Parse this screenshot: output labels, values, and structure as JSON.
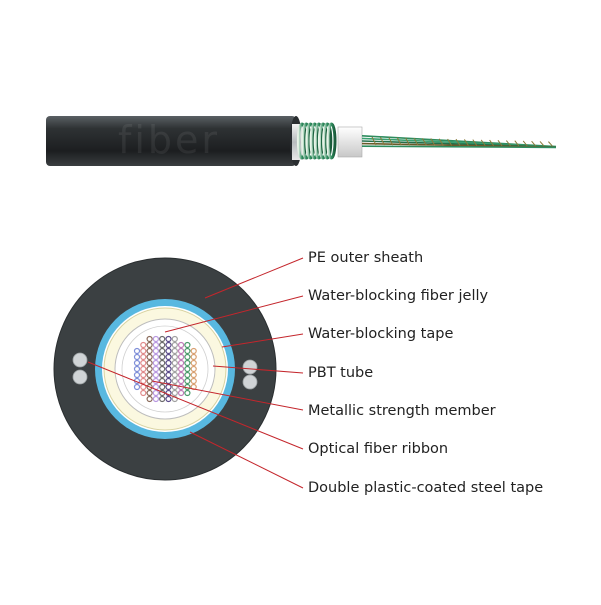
{
  "watermark": "fiber",
  "labels": [
    {
      "text": "PE outer sheath"
    },
    {
      "text": "Water-blocking fiber jelly"
    },
    {
      "text": "Water-blocking tape"
    },
    {
      "text": "PBT tube"
    },
    {
      "text": "Metallic strength member"
    },
    {
      "text": "Optical fiber ribbon"
    },
    {
      "text": "Double plastic-coated steel tape"
    }
  ],
  "colors": {
    "sheath": "#3b4042",
    "steel_tape": "#58b8e0",
    "jelly": "#fbf8e0",
    "leader": "#c4262c",
    "fiber_green": "#2e8c5e"
  },
  "ribbon_colors": [
    "#7e8ed8",
    "#e08a8a",
    "#8a6a5a",
    "#b898e0",
    "#6a6a6a",
    "#5a4a8a",
    "#a0a0a0",
    "#c07ab8",
    "#4a9a6a",
    "#d8a070"
  ]
}
